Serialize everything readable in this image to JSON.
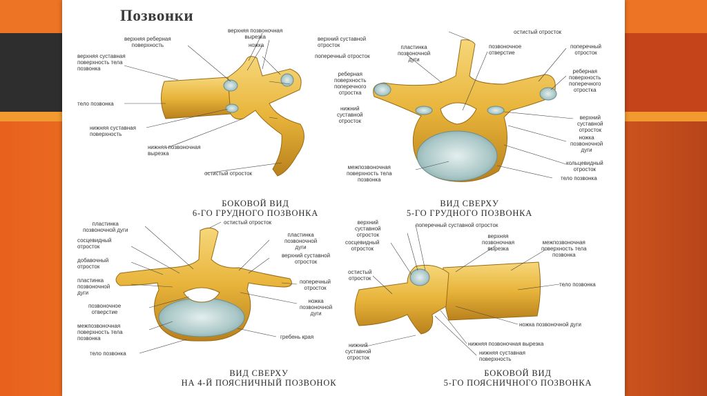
{
  "title": "Позвонки",
  "colors": {
    "bone": "#e8b43a",
    "bone_dark": "#b9801c",
    "bone_light": "#f6d77a",
    "disc": "#a9c6c6",
    "disc_light": "#d8e8e6",
    "line": "#444444"
  },
  "captions": {
    "tl": "БОКОВОЙ ВИД\n6-ГО ГРУДНОГО ПОЗВОНКА",
    "tr": "ВИД СВЕРХУ\n5-ГО ГРУДНОГО ПОЗВОНКА",
    "bl": "ВИД СВЕРХУ\nНА 4-Й ПОЯСНИЧНЫЙ ПОЗВОНОК",
    "br": "БОКОВОЙ ВИД\n5-ГО ПОЯСНИЧНОГО ПОЗВОНКА"
  },
  "labels": {
    "tl": {
      "costal_upper": "верхняя реберная\nповерхность",
      "notch_upper": "верхняя позвоночная\nвырезка",
      "pedicle": "ножка",
      "sup_art_body": "верхняя суставная\nповерхность тела\nпозвонка",
      "sup_articular": "верхний суставной\nотросток",
      "transverse": "поперечный отросток",
      "costal_transverse": "реберная\nповерхность\nпоперечного\nотростка",
      "body": "тело позвонка",
      "inf_articular": "нижний\nсуставной\nотросток",
      "inf_art_surface": "нижняя суставная\nповерхность",
      "notch_lower": "нижняя позвоночная\nвырезка",
      "spinous": "остистый отросток"
    },
    "tr": {
      "spinous": "остистый отросток",
      "lamina": "пластинка\nпозвоночной\nдуги",
      "foramen": "позвоночное\nотверстие",
      "transverse": "поперечный\nотросток",
      "costal": "реберная\nповерхность\nпоперечного\nотростка",
      "sup_articular": "верхний\nсуставной\nотросток",
      "pedicle": "ножка\nпозвоночной\nдуги",
      "annular": "кольцевидный\nотросток",
      "disc_surface": "межпозвоночная\nповерхность тела\nпозвонка",
      "body": "тело позвонка"
    },
    "bl": {
      "lamina": "пластинка\nпозвоночной дуги",
      "spinous": "остистый отросток",
      "mammillary": "сосцевидный\nотросток",
      "lamina2": "пластинка\nпозвоночной\nдуги",
      "accessory": "добавочный\nотросток",
      "sup_articular": "верхний суставной\nотросток",
      "lamina3": "пластинка\nпозвоночной\nдуги",
      "transverse": "поперечный\nотросток",
      "foramen": "позвоночное\nотверстие",
      "pedicle": "ножка\nпозвоночной\nдуги",
      "disc_surface": "межпозвоночная\nповерхность тела\nпозвонка",
      "rim": "гребень края",
      "body": "тело позвонка"
    },
    "br": {
      "sup_articular": "верхний\nсуставной\nотросток",
      "transverse_art": "поперечный суставной отросток",
      "mammillary": "сосцевидный\nотросток",
      "notch_upper": "верхняя\nпозвоночная\nвырезка",
      "disc_surface": "межпозвоночная\nповерхность тела\nпозвонка",
      "spinous": "остистый\nотросток",
      "body": "тело позвонка",
      "pedicle": "ножка позвоночной дуги",
      "notch_lower": "нижняя позвоночная вырезка",
      "inf_art_surface": "нижняя суставная\nповерхность",
      "inf_articular": "нижний\nсуставной\nотросток"
    }
  }
}
